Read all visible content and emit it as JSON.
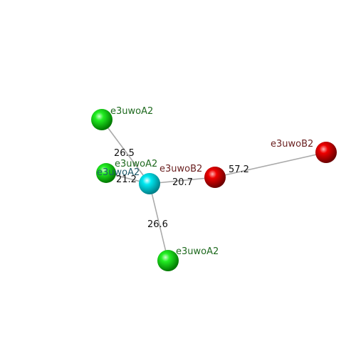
{
  "colors": {
    "background": "#ffffff",
    "edge": "#aaaaaa",
    "green_node": "#00dd00",
    "red_node": "#dd0000",
    "cyan_node": "#00e5ee",
    "label_green": "#1f6a1f",
    "label_red": "#6a1f1f",
    "label_cyan": "#1f5a6a",
    "edge_label": "#111111"
  },
  "nodes": [
    {
      "id": "g_top",
      "color": "green",
      "label": "e3uwoA2"
    },
    {
      "id": "g_mid",
      "color": "green",
      "label": "e3uwoA2"
    },
    {
      "id": "cyan",
      "color": "cyan",
      "label": "e3uwoA2"
    },
    {
      "id": "g_bottom",
      "color": "green",
      "label": "e3uwoA2"
    },
    {
      "id": "r_near",
      "color": "red",
      "label": "e3uwoB2"
    },
    {
      "id": "r_far",
      "color": "red",
      "label": "e3uwoB2"
    }
  ],
  "edges": [
    {
      "from": "g_top",
      "to": "cyan",
      "label": "26.5"
    },
    {
      "from": "g_mid",
      "to": "cyan",
      "label": "21.2"
    },
    {
      "from": "cyan",
      "to": "r_near",
      "label": "20.7"
    },
    {
      "from": "r_near",
      "to": "r_far",
      "label": "57.2"
    },
    {
      "from": "cyan",
      "to": "g_bottom",
      "label": "26.6"
    }
  ]
}
